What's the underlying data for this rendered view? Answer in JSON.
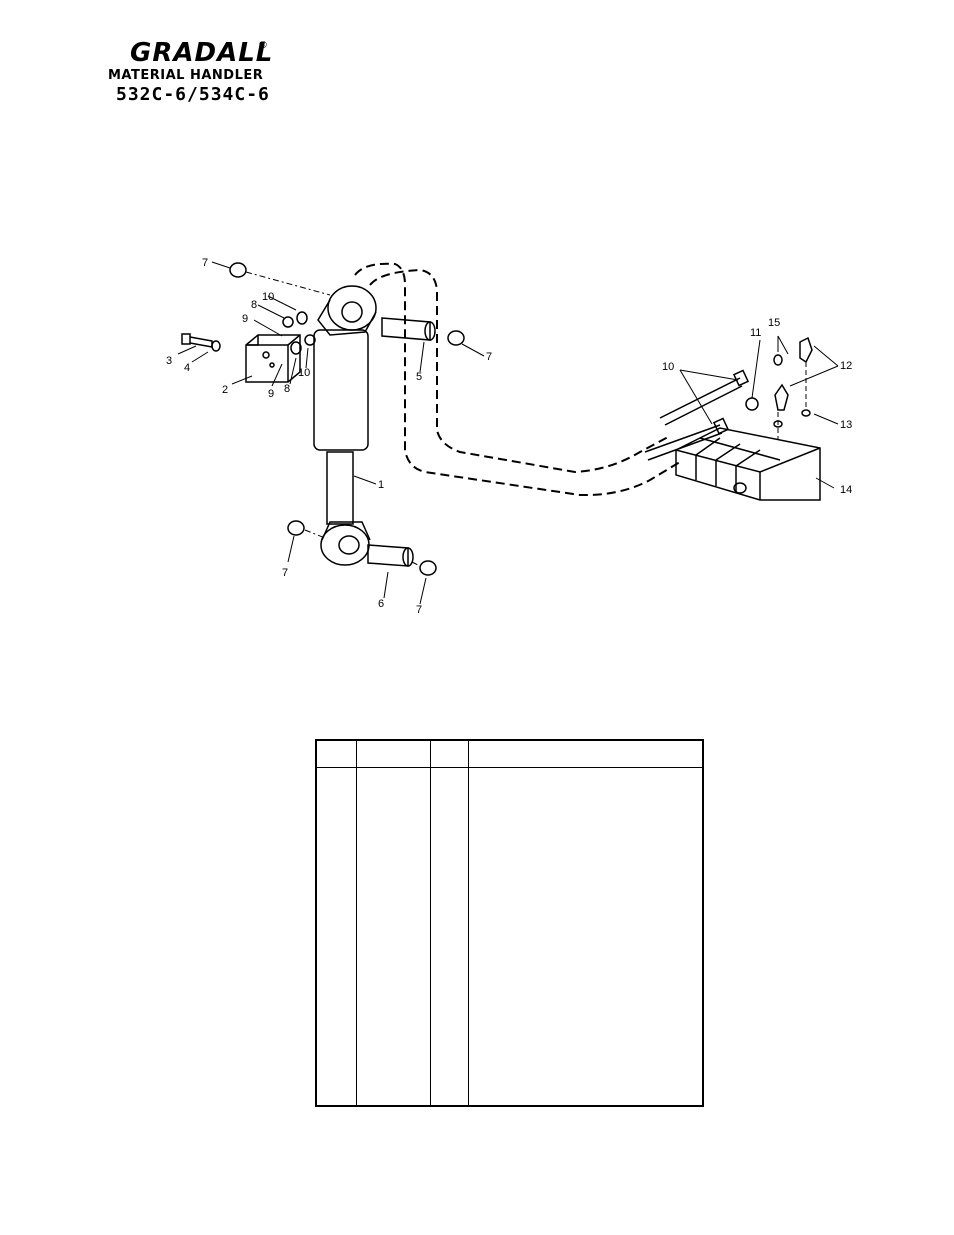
{
  "header": {
    "brand": "GRADALL",
    "registered": "®",
    "subtitle": "MATERIAL HANDLER",
    "models": "532C-6/534C-6"
  },
  "callouts": [
    "7",
    "10",
    "8",
    "9",
    "3",
    "4",
    "2",
    "9",
    "8",
    "10",
    "5",
    "7",
    "1",
    "7",
    "6",
    "7",
    "11",
    "15",
    "10",
    "12",
    "13",
    "14"
  ],
  "parts_table": {
    "columns": [
      "",
      "",
      "",
      ""
    ],
    "rows": []
  }
}
